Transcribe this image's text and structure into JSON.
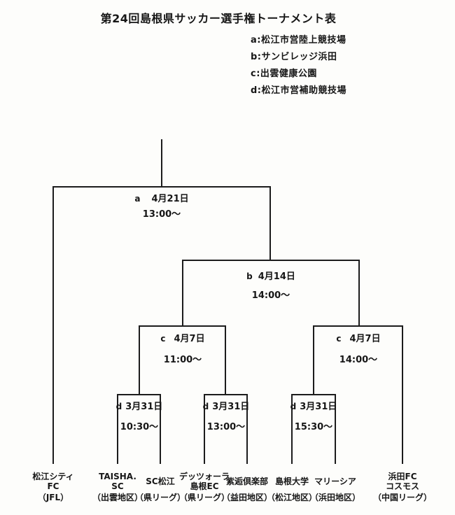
{
  "title": "第24回島根県サッカー選手権トーナメント表",
  "colors": {
    "ink": "#1c1c1c",
    "background": "#fdfdfb"
  },
  "venues": [
    {
      "key": "a",
      "name": "松江市営陸上競技場",
      "label": "a:松江市営陸上競技場"
    },
    {
      "key": "b",
      "name": "サンビレッジ浜田",
      "label": "b:サンビレッジ浜田"
    },
    {
      "key": "c",
      "name": "出雲健康公園",
      "label": "c:出雲健康公園"
    },
    {
      "key": "d",
      "name": "松江市営補助競技場",
      "label": "d:松江市営補助競技場"
    }
  ],
  "matches": [
    {
      "id": "final",
      "venue_key": "a",
      "date": "4月21日",
      "time": "13:00～",
      "feeds": [
        "team:0",
        "match:semifinal"
      ]
    },
    {
      "id": "semifinal",
      "venue_key": "b",
      "date": "4月14日",
      "time": "14:00～",
      "feeds": [
        "match:quarterfinal-left",
        "match:quarterfinal-right"
      ]
    },
    {
      "id": "quarterfinal-left",
      "venue_key": "c",
      "date": "4月7日",
      "time": "11:00～",
      "feeds": [
        "match:round1-1",
        "match:round1-2"
      ]
    },
    {
      "id": "quarterfinal-right",
      "venue_key": "c",
      "date": "4月7日",
      "time": "14:00～",
      "feeds": [
        "match:round1-3",
        "team:7"
      ]
    },
    {
      "id": "round1-1",
      "venue_key": "d",
      "date": "3月31日",
      "time": "10:30～",
      "feeds": [
        "team:1",
        "team:2"
      ]
    },
    {
      "id": "round1-2",
      "venue_key": "d",
      "date": "3月31日",
      "time": "13:00～",
      "feeds": [
        "team:3",
        "team:4"
      ]
    },
    {
      "id": "round1-3",
      "venue_key": "d",
      "date": "3月31日",
      "time": "15:30～",
      "feeds": [
        "team:5",
        "team:6"
      ]
    }
  ],
  "teams": [
    {
      "name": [
        "松江シティ",
        "FC"
      ],
      "affiliation": "（JFL）"
    },
    {
      "name": [
        "TAISHA.",
        "SC"
      ],
      "affiliation": "（出雲地区）"
    },
    {
      "name": [
        "SC松江"
      ],
      "affiliation": "（県リーグ）"
    },
    {
      "name": [
        "デッツォーラ",
        "島根EC"
      ],
      "affiliation": "（県リーグ）"
    },
    {
      "name": [
        "紫逅倶楽部"
      ],
      "affiliation": "（益田地区）"
    },
    {
      "name": [
        "島根大学"
      ],
      "affiliation": "（松江地区）"
    },
    {
      "name": [
        "マリーシア"
      ],
      "affiliation": "（浜田地区）"
    },
    {
      "name": [
        "浜田FC",
        "コスモス"
      ],
      "affiliation": "（中国リーグ）"
    }
  ]
}
